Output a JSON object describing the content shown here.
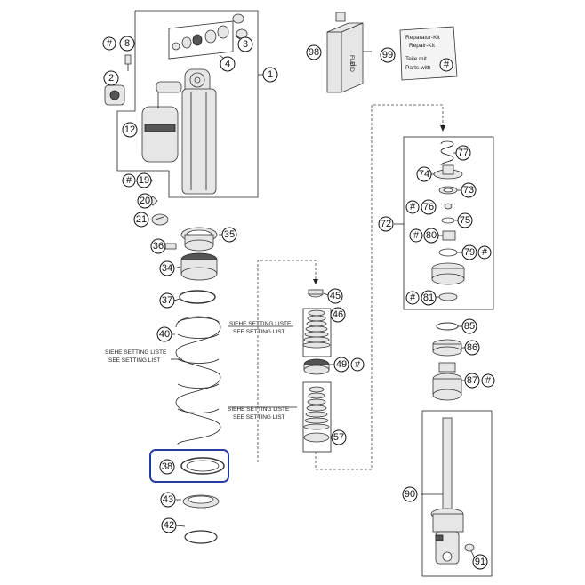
{
  "labels": {
    "p1": "1",
    "p2": "2",
    "p3": "3",
    "p4": "4",
    "p8": "8",
    "p12": "12",
    "p19": "19",
    "p20": "20",
    "p21": "21",
    "p34": "34",
    "p35": "35",
    "p36": "36",
    "p37": "37",
    "p38": "38",
    "p40": "40",
    "p42": "42",
    "p43": "43",
    "p45": "45",
    "p46": "46",
    "p49": "49",
    "p57": "57",
    "p72": "72",
    "p73": "73",
    "p74": "74",
    "p75": "75",
    "p76": "76",
    "p77": "77",
    "p79": "79",
    "p80": "80",
    "p81": "81",
    "p85": "85",
    "p86": "86",
    "p87": "87",
    "p90": "90",
    "p91": "91",
    "p98": "98",
    "p99": "99",
    "hash": "#"
  },
  "texts": {
    "fluid": "FLUID",
    "fluid_unit": "5L",
    "repair_1": "Reparatur-Kit",
    "repair_2": "Repair-Kit",
    "repair_3": "Teile mit",
    "repair_4": "Parts with",
    "setting_spring_1": "SIEHE SETTING LISTE",
    "setting_spring_2": "SEE SETTING LIST",
    "setting_top_1": "SIEHE SETTING LISTE",
    "setting_top_2": "SEE SETTING LIST",
    "setting_bot_1": "SIEHE SETTING LISTE",
    "setting_bot_2": "SEE SETTING LIST"
  },
  "colors": {
    "highlight": "#2b3a9e"
  }
}
